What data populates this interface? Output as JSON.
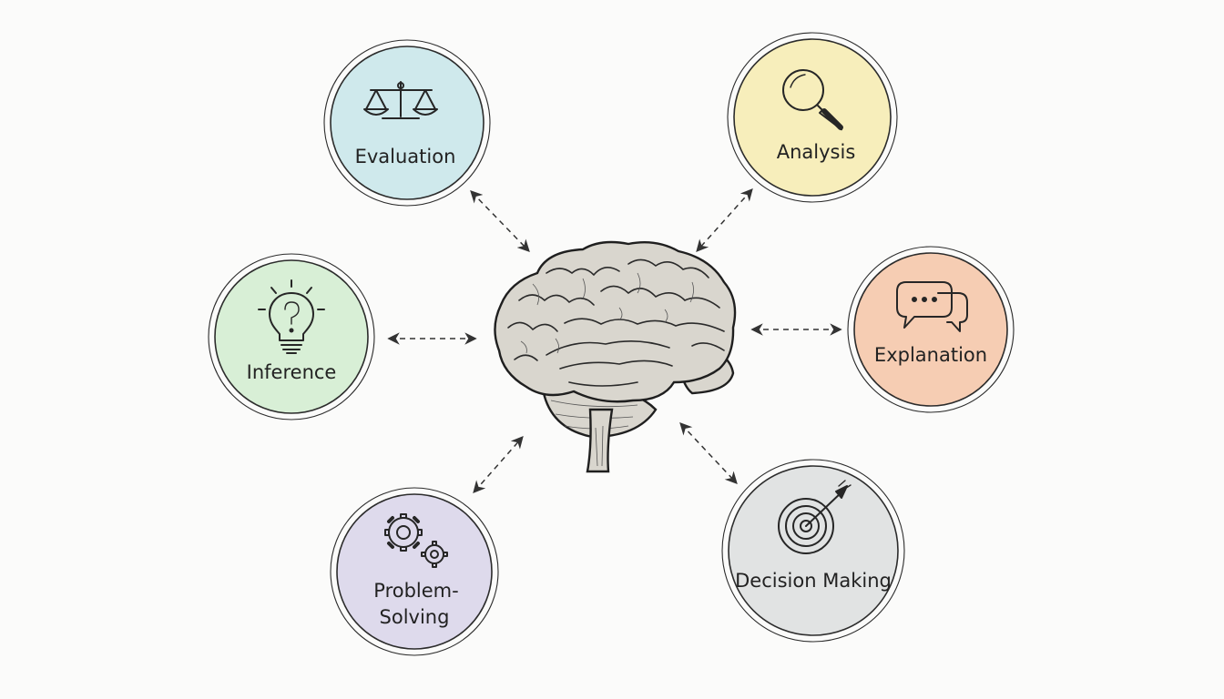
{
  "nodes": [
    {
      "id": "evaluation",
      "label": "Evaluation",
      "icon": "balance-scale-icon",
      "color": "#cfe9ec"
    },
    {
      "id": "analysis",
      "label": "Analysis",
      "icon": "magnifying-glass-icon",
      "color": "#f7eebb"
    },
    {
      "id": "inference",
      "label": "Inference",
      "icon": "lightbulb-question-icon",
      "color": "#d8efd6"
    },
    {
      "id": "explanation",
      "label": "Explanation",
      "icon": "speech-bubbles-icon",
      "color": "#f6cdb3"
    },
    {
      "id": "problem_solving",
      "label_line1": "Problem-",
      "label_line2": "Solving",
      "icon": "gears-icon",
      "color": "#dedaec"
    },
    {
      "id": "decision_making",
      "label": "Decision Making",
      "icon": "target-arrow-icon",
      "color": "#e1e3e3"
    }
  ],
  "center": {
    "icon": "brain-icon"
  }
}
